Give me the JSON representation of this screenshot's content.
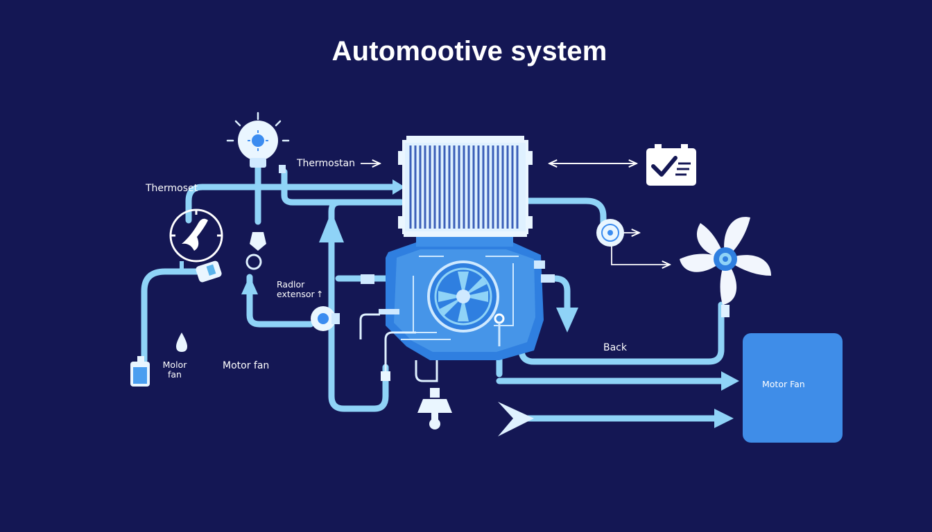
{
  "title": "Automootive system",
  "labels": {
    "thermoset": "Thermoset",
    "thermostan": "Thermostan",
    "radior_line1": "Radlor",
    "radior_line2": "extensor",
    "radior_arrow": "↑",
    "molor_line1": "Molor",
    "molor_line2": "fan",
    "motor_fan": "Motor fan",
    "back": "Back",
    "motor_fan_box": "Motor Fan"
  },
  "colors": {
    "background": "#141754",
    "pipe": "#8fd3f7",
    "pipe_dark": "#5ab3ea",
    "engine": "#2f7fe0",
    "engine_light": "#59a8ee",
    "box": "#3f8de8",
    "white": "#ffffff"
  }
}
